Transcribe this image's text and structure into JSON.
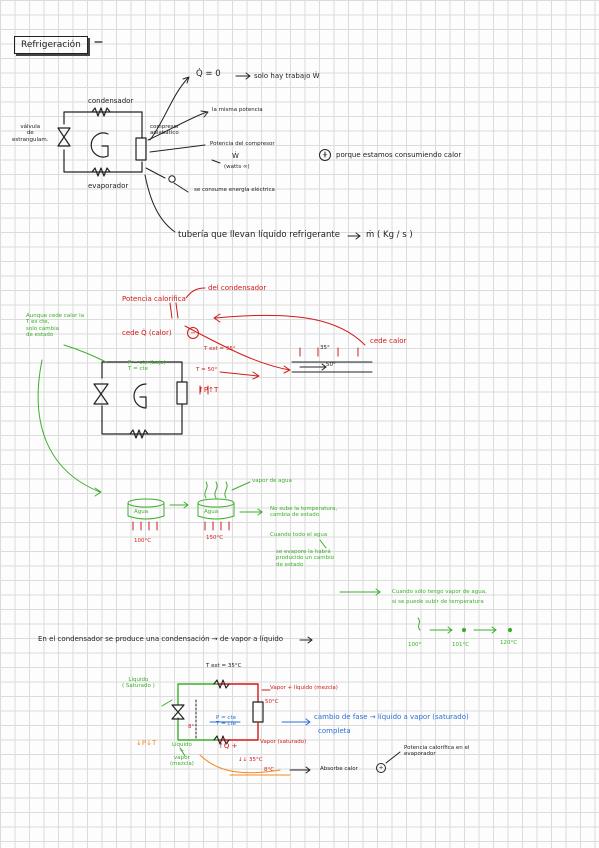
{
  "title": "Refrigeración",
  "section1": {
    "condensador": "condensador",
    "evaporador": "evaporador",
    "valvula": "válvula\nde\nestrangulam.",
    "compresor": "compresor\nadiabático",
    "q_eq": "Q̇ = 0",
    "solo_hay": "solo hay trabajo Ẇ",
    "misma_potencia": "la misma potencia",
    "potencia_compresor": "Potencia del compresor",
    "w": "Ẇ",
    "watts": "(watts ∞)",
    "minus": "−",
    "porque": "porque estamos consumiendo calor",
    "consume": "se consume energía eléctrica",
    "tuberia": "tubería que llevan líquido refrigerante",
    "mdot": "ṁ ( Kg / s )"
  },
  "section2": {
    "potencia_calorifica": "Potencia calorífica",
    "del_condensador": "del condensador",
    "equals": "‖",
    "cede": "cede Q̇ (calor)",
    "minus": "−",
    "aunque": "Aunque cede calor la\nT es cte,\nsolo cambia\nde estado",
    "text": "T ext = 35°",
    "pcte": "P = cte (baja)\nT = cte",
    "t50": "T = 50°",
    "pt_arrows": "↑P↑T",
    "t35": "35°",
    "t50b": "50°",
    "cede_calor": "cede calor",
    "agua1": "Agua",
    "agua2": "Agua",
    "vapor_de_agua": "vapor de agua",
    "q100": "100°C",
    "q150": "150°C",
    "no_sube": "No sube la temperatura,\ncambia de estado",
    "cuando_todo": "Cuando todo el agua",
    "se_evapore": "se evapore la habrá\nproducido un cambio\nde estado",
    "cuando_solo": "Cuando sólo tengo vapor de agua,\nsi se puede subir de temperatura",
    "t100": "100°",
    "t101": "101°C",
    "t120": "120°C"
  },
  "section3": {
    "condensacion": "En el condensador se produce una condensación → de vapor a líquido",
    "text": "T ext = 35°C",
    "liquido_saturado": "Líquido\n( Saturado )",
    "vapor_liquido_mezcla": "Vapor + líquido (mezcla)",
    "t50": "50°C",
    "pcte": "P = cte\nT = cte",
    "cambio_fase": "cambio de fase → líquido a vapor (saturado)",
    "completa": "completa",
    "pt_low": "↓P↓T",
    "liquido_vapor": "Líquido\n+\nvapor\n(mezcla)",
    "t8": "8°",
    "qdot": "↑Q̇ +",
    "vapor_saturado": "Vapor (saturado)",
    "t35": "↓↓ 35°C",
    "t8b": "8°C",
    "absorbe": "Absorbe calor",
    "plus": "+",
    "potencia_evap": "Potencia calorífica en el\nevaporador"
  },
  "colors": {
    "ink": "#222222",
    "red": "#d11a1a",
    "green": "#3cae2b",
    "orange": "#f08a1c",
    "blue": "#2a6fd8"
  }
}
